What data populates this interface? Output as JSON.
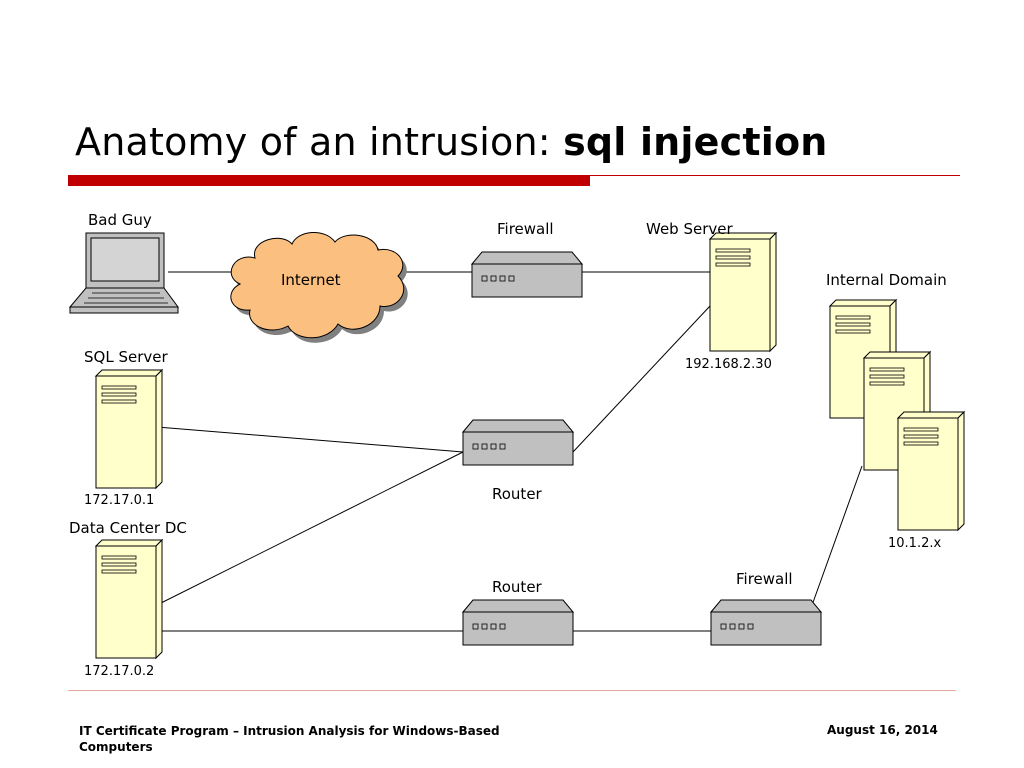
{
  "slide": {
    "title_plain": "Anatomy of an intrusion:",
    "title_bold": "sql injection"
  },
  "diagram": {
    "bad_guy": "Bad Guy",
    "internet": "Internet",
    "firewall_top": "Firewall",
    "web_server": "Web Server",
    "web_server_ip": "192.168.2.30",
    "internal_domain": "Internal Domain",
    "internal_domain_ip": "10.1.2.x",
    "sql_server": "SQL Server",
    "sql_server_ip": "172.17.0.1",
    "router_mid": "Router",
    "data_center": "Data Center DC",
    "data_center_ip": "172.17.0.2",
    "router_bottom": "Router",
    "firewall_bottom": "Firewall"
  },
  "footer": {
    "program": "IT Certificate Program – Intrusion Analysis for Windows-Based Computers",
    "date": "August 16, 2014"
  },
  "colors": {
    "accent_red": "#c00000",
    "server_fill": "#ffffcc",
    "device_fill": "#c0c0c0",
    "cloud_fill": "#fbbf80"
  }
}
